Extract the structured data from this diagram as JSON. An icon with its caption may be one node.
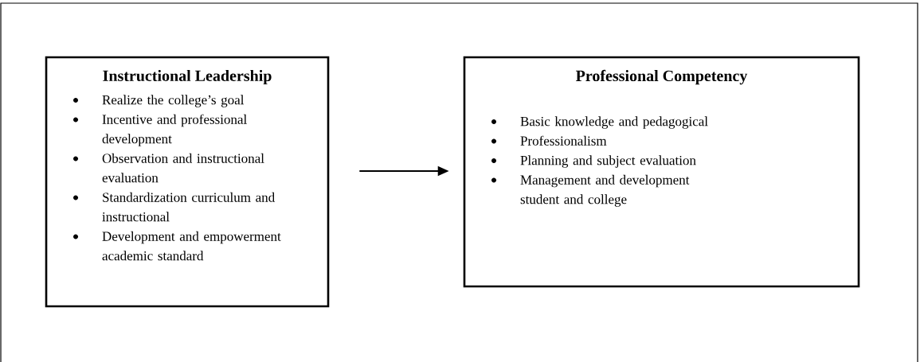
{
  "diagram": {
    "nodes": [
      {
        "text": [
          "Instructional Leadership",
          "Realize the college’s goal",
          "Incentive and professional development",
          "Observation and instructional evaluation",
          "Standardization curriculum and instructional",
          "Development and empowerment academic standard"
        ]
      },
      {
        "text": [
          "Professional Competency",
          "Basic knowledge and pedagogical",
          "Professionalism",
          "Planning and subject evaluation",
          "Management and development student and college"
        ]
      }
    ],
    "edges": [
      {
        "from": 0,
        "to": 1,
        "arrow": "to"
      }
    ]
  }
}
